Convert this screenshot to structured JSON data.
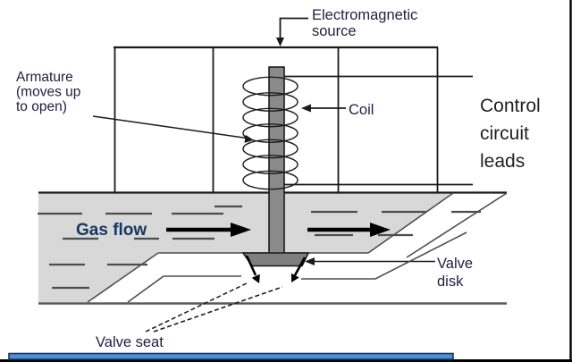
{
  "diagram": {
    "labels": {
      "electromagnetic_source": {
        "line1": "Electromagnetic",
        "line2": "source"
      },
      "armature": {
        "line1": "Armature",
        "line2": "(moves up",
        "line3": "to open)"
      },
      "coil": "Coil",
      "control_circuit_leads": {
        "line1": "Control",
        "line2": "circuit",
        "line3": "leads"
      },
      "gas_flow": "Gas flow",
      "valve_disk": {
        "line1": "Valve",
        "line2": "disk"
      },
      "valve_seat": "Valve seat"
    },
    "colors": {
      "label_text": "#241c3d",
      "gas_flow_text": "#17375e",
      "control_leads_text": "#1f1f1f",
      "outline": "#1a1a1a",
      "duct_fill": "#d8d8d8",
      "duct_line": "#4d4d4d",
      "metal_fill": "#8a8a8a",
      "disk_fill": "#7f7f7f",
      "footer_bar_fill": "#4a90d9",
      "footer_bar_border": "#16365c"
    }
  }
}
